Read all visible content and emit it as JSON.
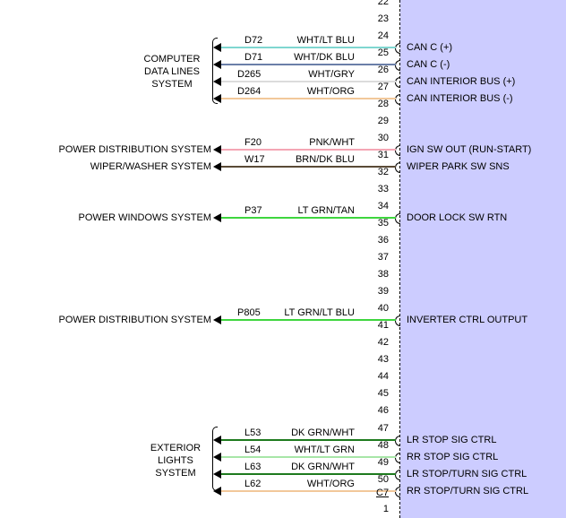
{
  "connector": "C7",
  "connector_next_pin": "1",
  "pins": [
    {
      "num": "22"
    },
    {
      "num": "23"
    },
    {
      "num": "24",
      "circuit": "D72",
      "color": "WHT/LT BLU",
      "func": "CAN C (+)",
      "wire": "#7fd6d0"
    },
    {
      "num": "25",
      "circuit": "D71",
      "color": "WHT/DK BLU",
      "func": "CAN C (-)",
      "wire": "#6b7fa8"
    },
    {
      "num": "26",
      "circuit": "D265",
      "color": "WHT/GRY",
      "func": "CAN INTERIOR BUS (+)",
      "wire": "#dcdcdc"
    },
    {
      "num": "27",
      "circuit": "D264",
      "color": "WHT/ORG",
      "func": "CAN INTERIOR BUS (-)",
      "wire": "#f2c89a"
    },
    {
      "num": "28"
    },
    {
      "num": "29"
    },
    {
      "num": "30",
      "circuit": "F20",
      "color": "PNK/WHT",
      "func": "IGN SW OUT (RUN-START)",
      "wire": "#f4a6b4",
      "system": "POWER DISTRIBUTION SYSTEM"
    },
    {
      "num": "31",
      "circuit": "W17",
      "color": "BRN/DK BLU",
      "func": "WIPER PARK SW SNS",
      "wire": "#5a4a36",
      "system": "WIPER/WASHER SYSTEM"
    },
    {
      "num": "32"
    },
    {
      "num": "33"
    },
    {
      "num": "34",
      "circuit": "P37",
      "color": "LT GRN/TAN",
      "func": "DOOR LOCK SW RTN",
      "wire": "#3ed63e",
      "system": "POWER WINDOWS SYSTEM"
    },
    {
      "num": "35"
    },
    {
      "num": "36"
    },
    {
      "num": "37"
    },
    {
      "num": "38"
    },
    {
      "num": "39"
    },
    {
      "num": "40",
      "circuit": "P805",
      "color": "LT GRN/LT BLU",
      "func": "INVERTER CTRL OUTPUT",
      "wire": "#3ed63e",
      "system": "POWER DISTRIBUTION SYSTEM"
    },
    {
      "num": "41"
    },
    {
      "num": "42"
    },
    {
      "num": "43"
    },
    {
      "num": "44"
    },
    {
      "num": "45"
    },
    {
      "num": "46"
    },
    {
      "num": "47",
      "circuit": "L53",
      "color": "DK GRN/WHT",
      "func": "LR STOP SIG CTRL",
      "wire": "#1e7a1e"
    },
    {
      "num": "48",
      "circuit": "L54",
      "color": "WHT/LT GRN",
      "func": "RR STOP SIG CTRL",
      "wire": "#a8e6a8"
    },
    {
      "num": "49",
      "circuit": "L63",
      "color": "DK GRN/WHT",
      "func": "LR STOP/TURN SIG CTRL",
      "wire": "#1e7a1e"
    },
    {
      "num": "50",
      "circuit": "L62",
      "color": "WHT/ORG",
      "func": "RR STOP/TURN SIG CTRL",
      "wire": "#f2c89a"
    }
  ],
  "groups": [
    {
      "label": "COMPUTER\nDATA LINES\nSYSTEM"
    },
    {
      "label": "EXTERIOR\nLIGHTS\nSYSTEM"
    }
  ]
}
